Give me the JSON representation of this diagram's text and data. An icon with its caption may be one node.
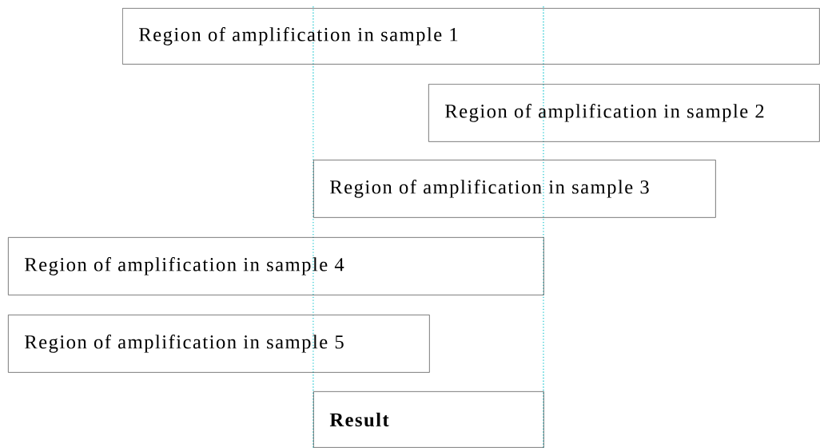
{
  "diagram": {
    "nodes": [
      {
        "text": [
          "Region of amplification in sample 1"
        ]
      },
      {
        "text": [
          "Region of amplification in sample 2"
        ]
      },
      {
        "text": [
          "Region of amplification in sample 3"
        ]
      },
      {
        "text": [
          "Region of amplification in sample 4"
        ]
      },
      {
        "text": [
          "Region of amplification in sample 5"
        ]
      },
      {
        "text": [
          "Result"
        ]
      }
    ]
  }
}
